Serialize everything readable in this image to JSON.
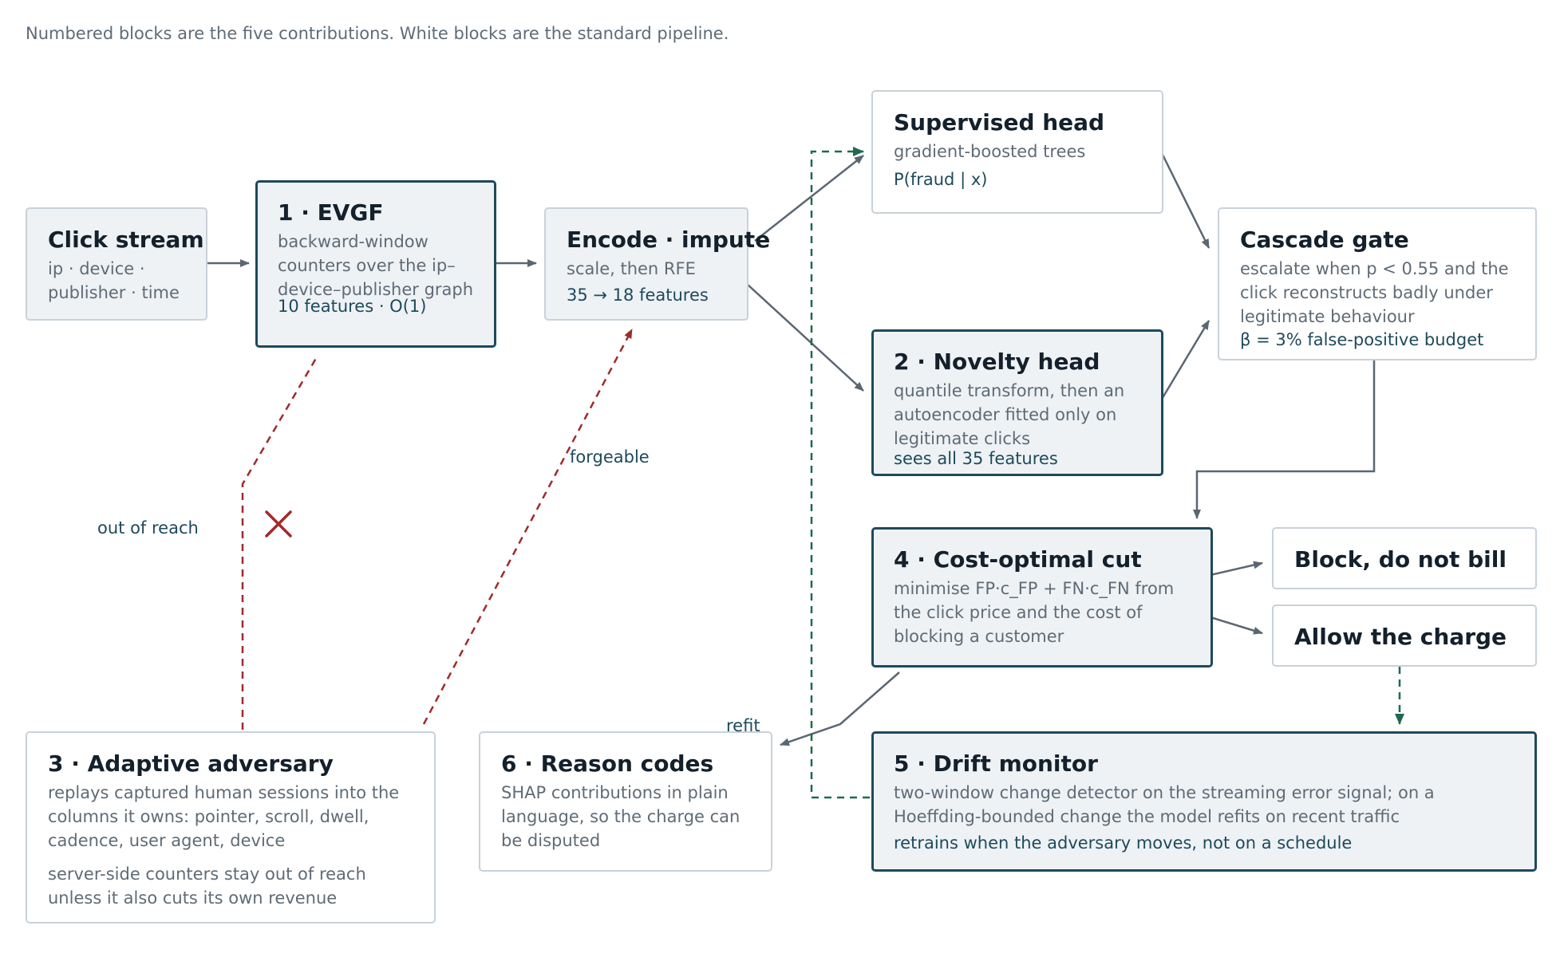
{
  "caption": "Numbered blocks are the five contributions. White blocks are the standard pipeline.",
  "nodes": {
    "click_stream": {
      "title": "Click stream",
      "body": "ip · device · publisher · time"
    },
    "evgf": {
      "title": "1 · EVGF",
      "body": "backward-window counters over the ip–device–publisher graph",
      "note": "10 features · O(1)"
    },
    "encode": {
      "title": "Encode · impute",
      "body": "scale, then RFE",
      "note": "35 → 18 features"
    },
    "supervised": {
      "title": "Supervised head",
      "body": "gradient-boosted trees",
      "note": "P(fraud | x)"
    },
    "novelty": {
      "title": "2 · Novelty head",
      "body": "quantile transform, then an autoencoder fitted only on legitimate clicks",
      "note": "sees all 35 features"
    },
    "cascade": {
      "title": "Cascade gate",
      "body": "escalate when p < 0.55 and the click reconstructs badly under legitimate behaviour",
      "note": "β = 3% false-positive budget"
    },
    "cost_cut": {
      "title": "4 · Cost-optimal cut",
      "body": "minimise FP·c_FP + FN·c_FN from the click price and the cost of blocking a customer"
    },
    "block": {
      "title": "Block, do not bill"
    },
    "allow": {
      "title": "Allow the charge"
    },
    "adversary": {
      "title": "3 · Adaptive adversary",
      "body": "replays captured human sessions into the columns it owns: pointer, scroll, dwell, cadence, user agent, device",
      "note": "server-side counters stay out of reach unless it also cuts its own revenue"
    },
    "reason": {
      "title": "6 · Reason codes",
      "body": "SHAP contributions in plain language, so the charge can be disputed"
    },
    "drift": {
      "title": "5 · Drift monitor",
      "body": "two-window change detector on the streaming error signal; on a Hoeffding-bounded change the model refits on recent traffic",
      "note": "retrains when the adversary moves, not on a schedule"
    }
  },
  "edge_labels": {
    "out_of_reach": "out of reach",
    "forgeable": "forgeable",
    "refit": "refit"
  },
  "colors": {
    "arrow": "#5a6672",
    "attack": "#a12a2a",
    "feedback": "#1e6a4e",
    "contribution_border": "#1e4a5c"
  }
}
